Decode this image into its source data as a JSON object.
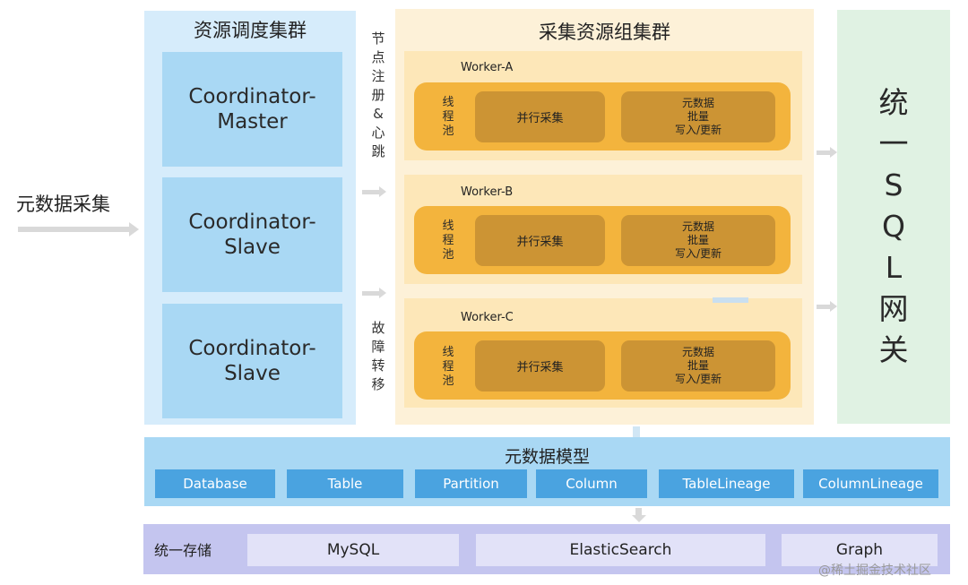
{
  "left_label": "元数据采集",
  "resource_cluster": {
    "title": "资源调度集群",
    "coordinators": [
      {
        "line1": "Coordinator-",
        "line2": "Master"
      },
      {
        "line1": "Coordinator-",
        "line2": "Slave"
      },
      {
        "line1": "Coordinator-",
        "line2": "Slave"
      }
    ]
  },
  "connectors": {
    "register_heartbeat": [
      "节",
      "点",
      "注",
      "册",
      "&",
      "心",
      "跳"
    ],
    "failover": [
      "故",
      "障",
      "转",
      "移"
    ]
  },
  "collection_cluster": {
    "title": "采集资源组集群",
    "workers": [
      {
        "name": "Worker-A",
        "pool": [
          "线",
          "程",
          "池"
        ],
        "parallel": "并行采集",
        "meta": [
          "元数据",
          "批量",
          "写入/更新"
        ]
      },
      {
        "name": "Worker-B",
        "pool": [
          "线",
          "程",
          "池"
        ],
        "parallel": "并行采集",
        "meta": [
          "元数据",
          "批量",
          "写入/更新"
        ]
      },
      {
        "name": "Worker-C",
        "pool": [
          "线",
          "程",
          "池"
        ],
        "parallel": "并行采集",
        "meta": [
          "元数据",
          "批量",
          "写入/更新"
        ]
      }
    ]
  },
  "gateway": [
    "统",
    "一",
    "S",
    "Q",
    "L",
    "网",
    "关"
  ],
  "metadata_model": {
    "title": "元数据模型",
    "entities": [
      "Database",
      "Table",
      "Partition",
      "Column",
      "TableLineage",
      "ColumnLineage"
    ]
  },
  "storage": {
    "label": "统一存储",
    "backends": [
      "MySQL",
      "ElasticSearch",
      "Graph"
    ]
  },
  "watermark": "@稀土掘金技术社区",
  "colors": {
    "resource_bg": "#d6ecfb",
    "coordinator": "#a9d8f4",
    "collection_bg": "#fdf1d8",
    "worker_bg": "#fde7b8",
    "pool": "#f3b43d",
    "task": "#cc9434",
    "gateway_bg": "#e0f2e3",
    "entity": "#4aa3e0",
    "storage_bg": "#c4c5ef",
    "storage_box": "#e2e2f8"
  }
}
